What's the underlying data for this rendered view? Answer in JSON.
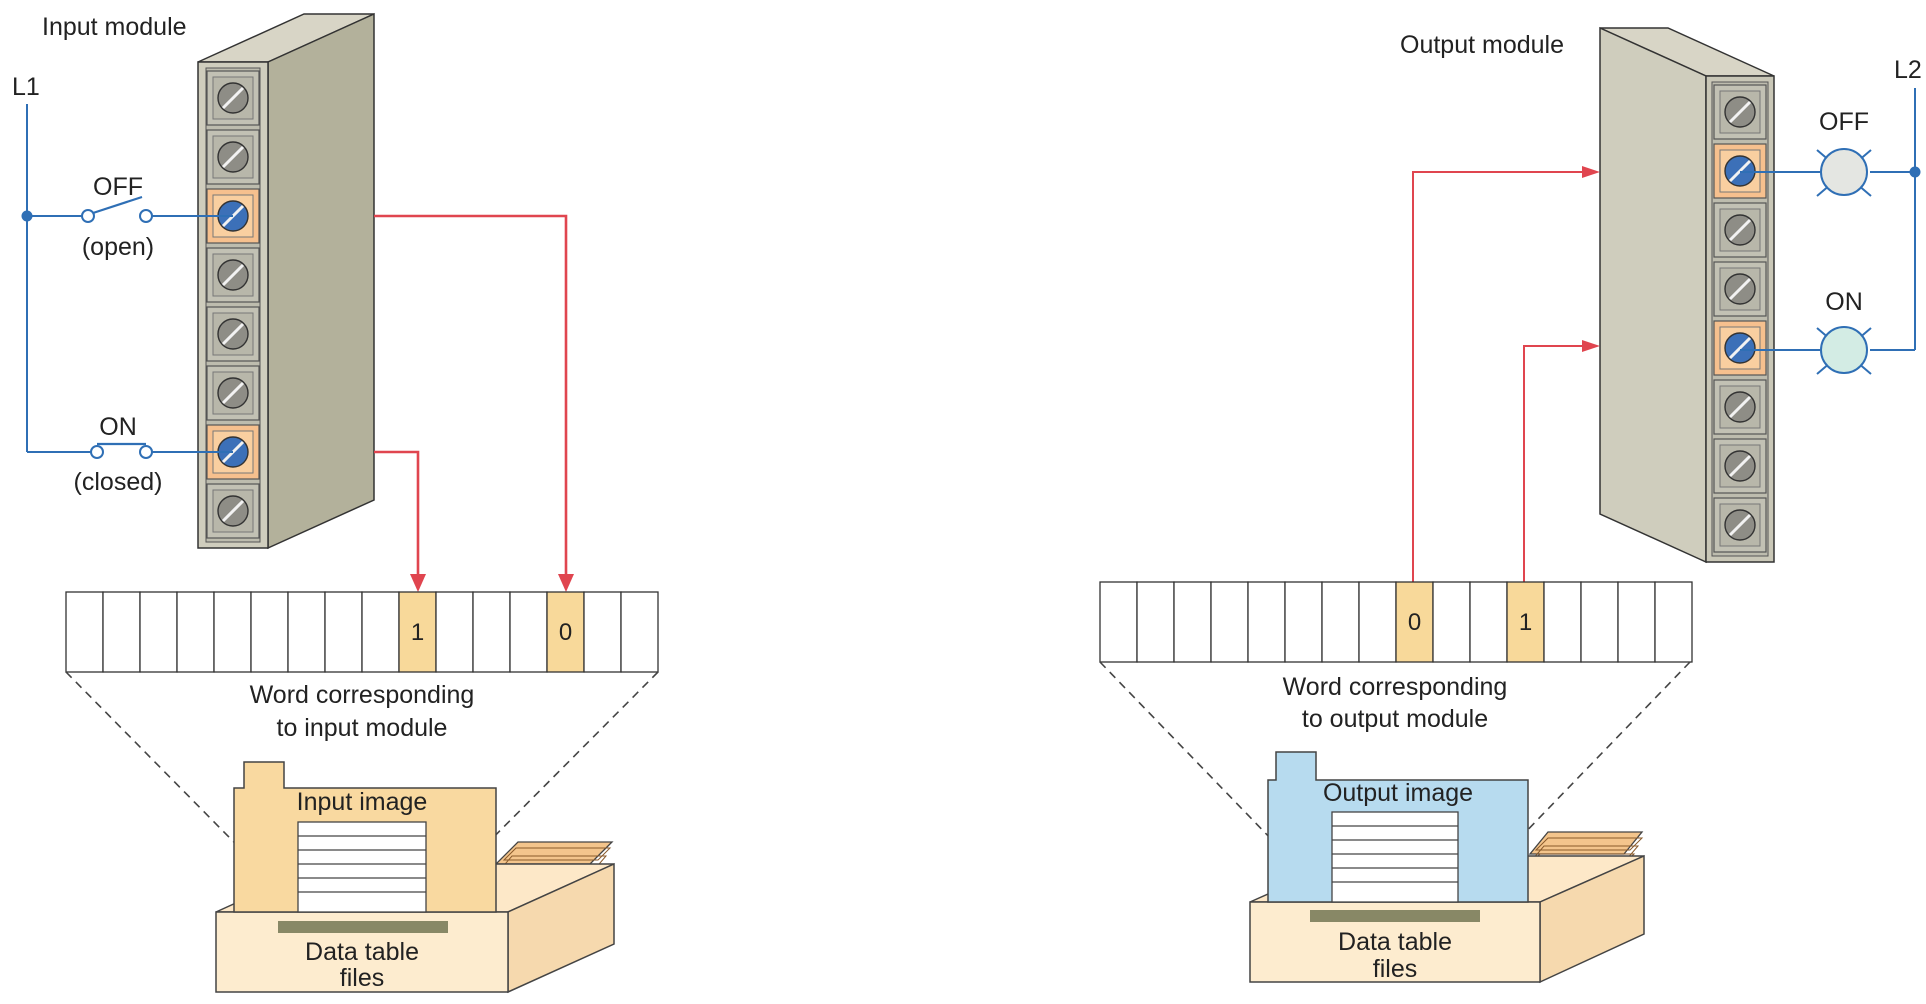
{
  "input_side": {
    "module_label": "Input module",
    "line_label": "L1",
    "switches": [
      {
        "state_label": "OFF",
        "condition_label": "(open)"
      },
      {
        "state_label": "ON",
        "condition_label": "(closed)"
      }
    ],
    "word_bits": [
      "",
      "",
      "",
      "",
      "",
      "",
      "",
      "",
      "",
      "1",
      "",
      "",
      "",
      "0",
      "",
      ""
    ],
    "word_caption_line1": "Word corresponding",
    "word_caption_line2": "to input module",
    "image_label": "Input image",
    "files_line1": "Data table",
    "files_line2": "files"
  },
  "output_side": {
    "module_label": "Output module",
    "line_label": "L2",
    "lamps": [
      {
        "state_label": "OFF"
      },
      {
        "state_label": "ON"
      }
    ],
    "word_bits": [
      "",
      "",
      "",
      "",
      "",
      "",
      "",
      "",
      "0",
      "",
      "",
      "1",
      "",
      "",
      "",
      ""
    ],
    "word_caption_line1": "Word corresponding",
    "word_caption_line2": "to output module",
    "image_label": "Output image",
    "files_line1": "Data table",
    "files_line2": "files"
  },
  "colors": {
    "signal_line": "#e0454f",
    "wire": "#2f6fb5",
    "terminal_highlight": "#f6c08e",
    "input_image_fill": "#f9d9a0",
    "output_image_fill": "#b7dbef",
    "bit_highlight": "#f8d99a"
  }
}
